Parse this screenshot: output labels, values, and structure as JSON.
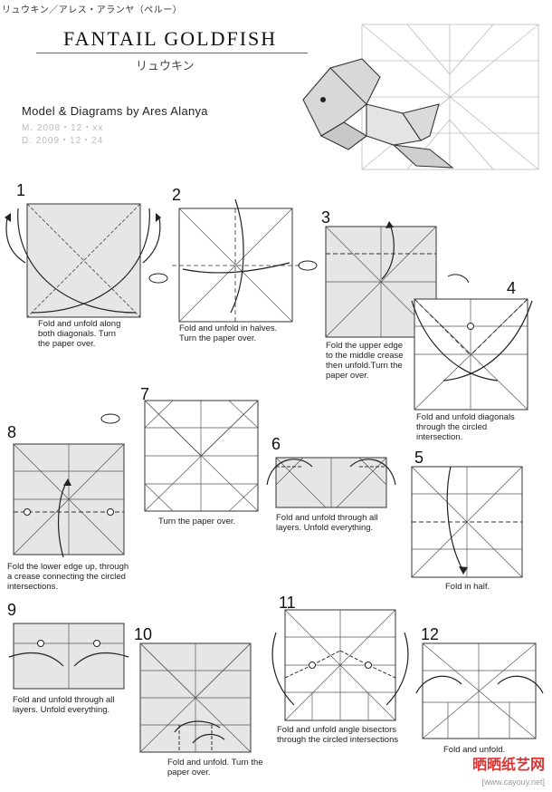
{
  "header": {
    "jp_note": "リュウキン／アレス・アランヤ（ペルー）",
    "title": "FANTAIL GOLDFISH",
    "subtitle_jp": "リュウキン",
    "credit": "Model & Diagrams by Ares Alanya",
    "date_m": "M. 2008・12・xx",
    "date_d": "D. 2009・12・24"
  },
  "steps": [
    {
      "n": "1",
      "caption": "Fold and unfold along\nboth diagonals. Turn\nthe paper over."
    },
    {
      "n": "2",
      "caption": "Fold and unfold in halves.\nTurn the paper over."
    },
    {
      "n": "3",
      "caption": "Fold the upper edge\nto the middle crease\nthen unfold.Turn the\npaper over."
    },
    {
      "n": "4",
      "caption": "Fold and unfold diagonals\nthrough the circled\nintersection."
    },
    {
      "n": "5",
      "caption": "Fold in half."
    },
    {
      "n": "6",
      "caption": "Fold and unfold through all\nlayers. Unfold everything."
    },
    {
      "n": "7",
      "caption": "Turn the paper over."
    },
    {
      "n": "8",
      "caption": "Fold the lower edge up, through\na crease connecting the circled\nintersections."
    },
    {
      "n": "9",
      "caption": "Fold and unfold through all\nlayers. Unfold everything."
    },
    {
      "n": "10",
      "caption": "Fold and unfold. Turn the\npaper over."
    },
    {
      "n": "11",
      "caption": "Fold and unfold angle bisectors\nthrough the circled intersections"
    },
    {
      "n": "12",
      "caption": "Fold and unfold."
    }
  ],
  "watermark": {
    "text": "晒晒纸艺网",
    "url": "[www.cayouy.net]"
  },
  "colors": {
    "paper": "#e6e6e6",
    "paper_white": "#ffffff",
    "line": "#333333",
    "arrow": "#222222"
  }
}
